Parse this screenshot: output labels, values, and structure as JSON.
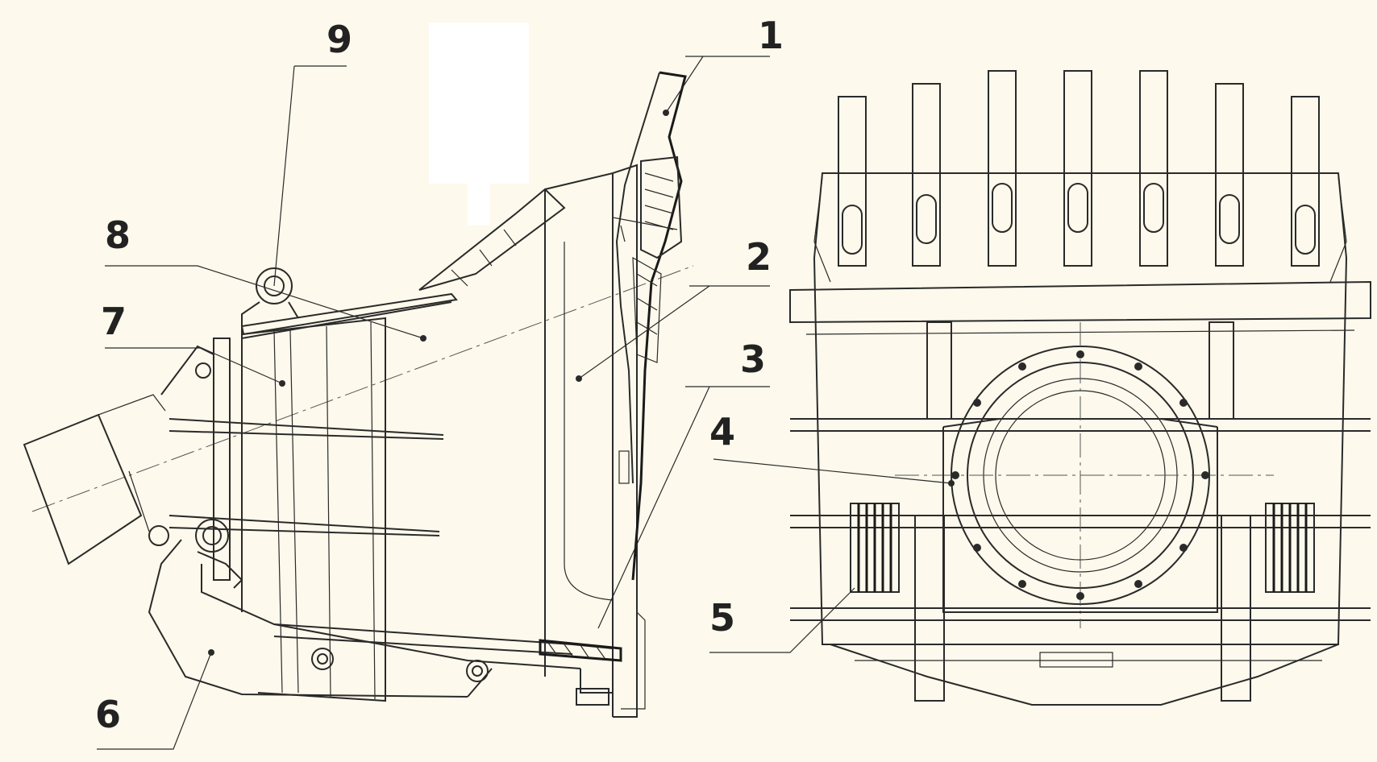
{
  "labels": [
    "1",
    "2",
    "3",
    "4",
    "5",
    "6",
    "7",
    "8",
    "9"
  ]
}
